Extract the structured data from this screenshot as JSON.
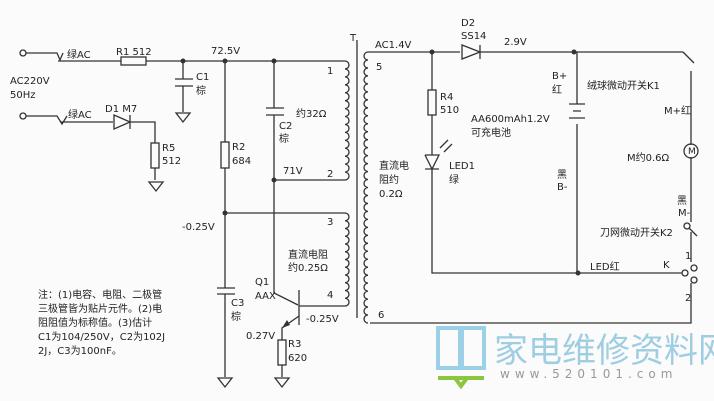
{
  "input": {
    "terminal_top": "绿AC",
    "terminal_bottom": "绿AC",
    "source": "AC220V",
    "freq": "50Hz"
  },
  "components": {
    "r1": "R1 512",
    "c1": "C1",
    "c1_color": "棕",
    "d1": "D1  M7",
    "r5": "R5",
    "r5_val": "512",
    "r2": "R2",
    "r2_val": "684",
    "c2": "C2",
    "c2_color": "棕",
    "c2_res": "约32Ω",
    "c3": "C3",
    "c3_color": "棕",
    "q1": "Q1",
    "q1_val": "AAX",
    "r3": "R3",
    "r3_val": "620",
    "t": "T",
    "d2": "D2",
    "d2_val": "SS14",
    "r4": "R4",
    "r4_val": "510",
    "led1": "LED1",
    "led1_color": "绿",
    "battery": "AA600mAh1.2V",
    "battery_desc": "可充电池",
    "bplus": "B+",
    "bplus_color": "红",
    "bminus_color": "黑",
    "bminus": "B-",
    "k1": "绒球微动开关K1",
    "mplus": "M+红",
    "motor": "M",
    "motor_res": "M约0.6Ω",
    "mminus_color": "黑",
    "mminus": "M-",
    "k2": "刀网微动开关K2",
    "k": "K",
    "led_red": "LED红"
  },
  "voltages": {
    "v725": "72.5V",
    "v71": "71V",
    "vneg025a": "-0.25V",
    "vneg025b": "-0.25V",
    "v027": "0.27V",
    "vac14": "AC1.4V",
    "v29": "2.9V"
  },
  "pins": [
    "1",
    "2",
    "3",
    "4",
    "5",
    "6"
  ],
  "winding": {
    "primary_res_l1": "直流电阻",
    "primary_res_l2": "约0.25Ω",
    "secondary_res_l1": "直流电",
    "secondary_res_l2": "阻约",
    "secondary_res_l3": "0.2Ω"
  },
  "switch_pins": {
    "p1": "1",
    "p2": "2"
  },
  "note": [
    "注：(1)电容、电阻、二极管",
    "三极管皆为贴片元件。(2)电",
    "阻阻值为标称值。(3)估计",
    "C1为104/250V，C2为102J",
    "2J，C3为100nF。"
  ],
  "watermark": {
    "title": "家电维修资料网",
    "url": "www.520101.com"
  }
}
